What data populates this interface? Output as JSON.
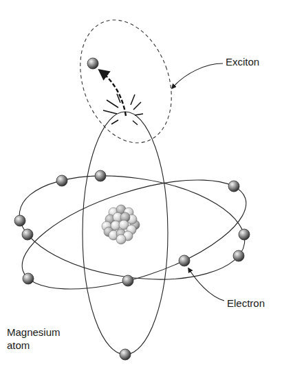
{
  "diagram": {
    "labels": [
      "Exciton",
      "Electron",
      "Magnesium atom"
    ]
  }
}
